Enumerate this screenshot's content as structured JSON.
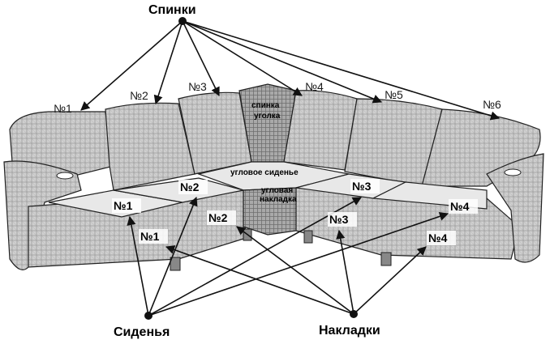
{
  "backs": {
    "title": "Спинки",
    "items": [
      "№1",
      "№2",
      "№3",
      "№4",
      "№5",
      "№6"
    ],
    "corner_back": [
      "спинка",
      "уголка"
    ]
  },
  "seats": {
    "title": "Сиденья",
    "items": [
      "№1",
      "№2",
      "№3",
      "№4"
    ],
    "corner_seat": "угловое сиденье"
  },
  "pads": {
    "title": "Накладки",
    "items": [
      "№1",
      "№2",
      "№3",
      "№4"
    ],
    "corner_pad": [
      "угловая",
      "накладка"
    ]
  }
}
